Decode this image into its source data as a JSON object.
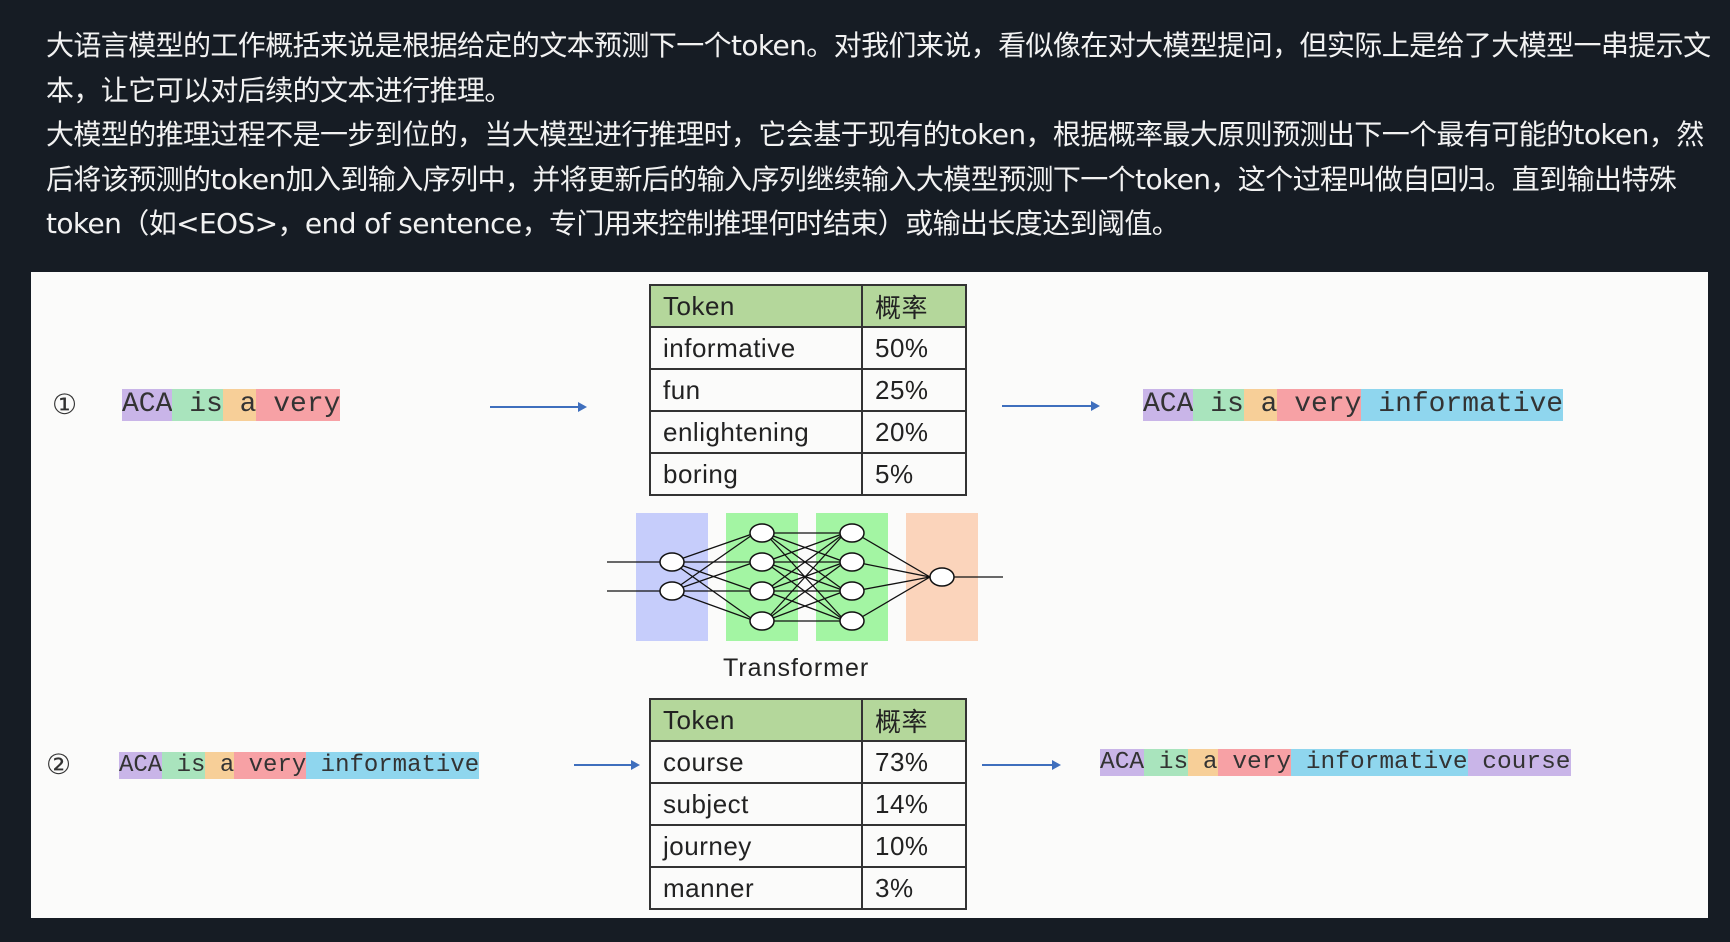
{
  "intro": {
    "paragraphs": [
      "大语言模型的工作概括来说是根据给定的文本预测下一个token。对我们来说，看似像在对大模型提问，但实际上是给了大模型一串提示文本，让它可以对后续的文本进行推理。",
      "大模型的推理过程不是一步到位的，当大模型进行推理时，它会基于现有的token，根据概率最大原则预测出下一个最有可能的token，然后将该预测的token加入到输入序列中，并将更新后的输入序列继续输入大模型预测下一个token，这个过程叫做自回归。直到输出特殊token（如<EOS>，end of sentence，专门用来控制推理何时结束）或输出长度达到阈值。"
    ]
  },
  "colors": {
    "purple": "#c9b5e8",
    "green": "#a9e4bd",
    "orange": "#f7cf98",
    "red": "#f7a1a5",
    "blue": "#8fd6ee",
    "header": "#b4d79b"
  },
  "step1": {
    "marker": "①",
    "input": [
      "ACA",
      " is",
      " a",
      " very"
    ],
    "output": [
      "ACA",
      " is",
      " a",
      " very",
      " informative"
    ],
    "table": {
      "headers": [
        "Token",
        "概率"
      ],
      "rows": [
        [
          "informative",
          "50%"
        ],
        [
          "fun",
          "25%"
        ],
        [
          "enlightening",
          "20%"
        ],
        [
          "boring",
          "5%"
        ]
      ]
    }
  },
  "model_label": "Transformer",
  "step2": {
    "marker": "②",
    "input": [
      "ACA",
      " is",
      " a",
      " very",
      " informative"
    ],
    "output": [
      "ACA",
      " is",
      " a",
      " very",
      " informative",
      " course"
    ],
    "table": {
      "headers": [
        "Token",
        "概率"
      ],
      "rows": [
        [
          "course",
          "73%"
        ],
        [
          "subject",
          "14%"
        ],
        [
          "journey",
          "10%"
        ],
        [
          "manner",
          "3%"
        ]
      ]
    }
  }
}
